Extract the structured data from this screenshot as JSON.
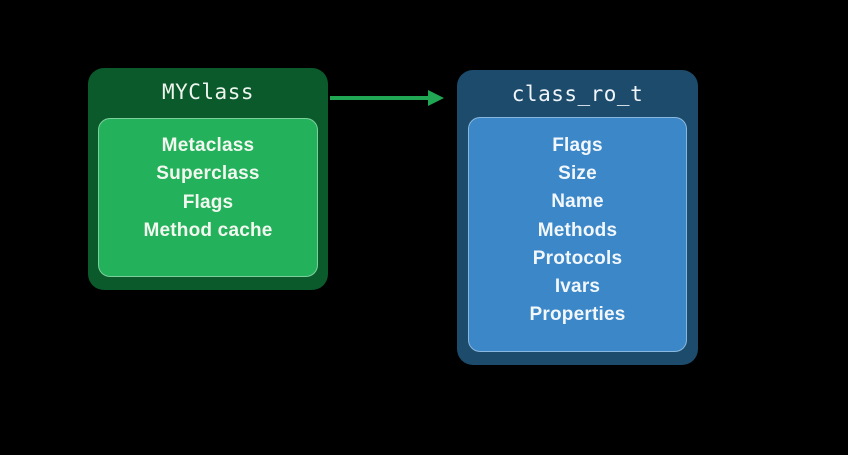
{
  "diagram": {
    "background_color": "#000000",
    "nodes": [
      {
        "id": "myclass",
        "title": "MYClass",
        "outer_color": "#0a5a2b",
        "inner_color": "#24b15b",
        "text_color": "#f2f8f0",
        "items": [
          "Metaclass",
          "Superclass",
          "Flags",
          "Method cache"
        ]
      },
      {
        "id": "class_ro_t",
        "title": "class_ro_t",
        "outer_color": "#1d4b6b",
        "inner_color": "#3b87c7",
        "text_color": "#f2f7fc",
        "items": [
          "Flags",
          "Size",
          "Name",
          "Methods",
          "Protocols",
          "Ivars",
          "Properties"
        ]
      }
    ],
    "arrow": {
      "from": "MYClass",
      "to": "class_ro_t",
      "color": "#21a653",
      "direction": "right"
    }
  }
}
